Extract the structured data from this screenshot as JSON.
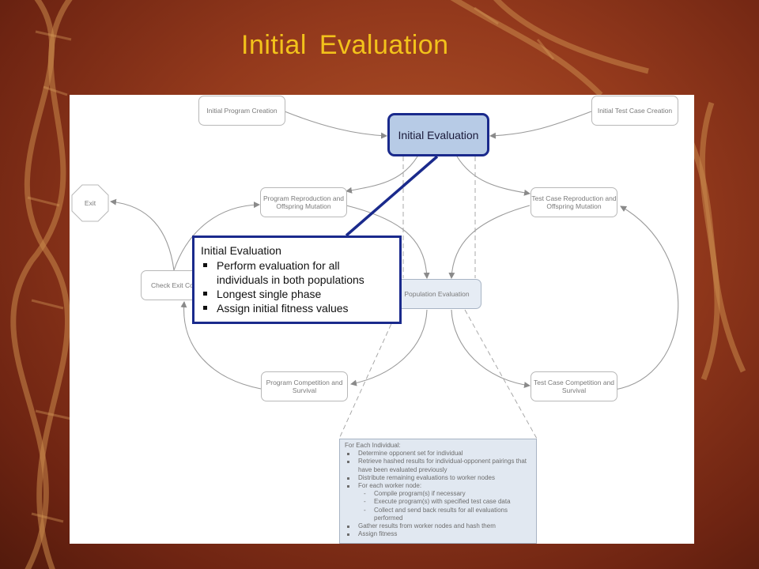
{
  "slide": {
    "title": "Initial Evaluation"
  },
  "diagram": {
    "nodes": {
      "program_creation": "Initial Program Creation",
      "test_case_creation": "Initial Test Case Creation",
      "initial_evaluation": "Initial Evaluation",
      "exit": "Exit",
      "program_reproduction": "Program Reproduction and Offspring Mutation",
      "test_case_reproduction": "Test Case Reproduction and Offspring Mutation",
      "check_exit": "Check Exit Co",
      "population_evaluation": "Population Evaluation",
      "program_competition": "Program Competition and Survival",
      "test_case_competition": "Test Case Competition and Survival"
    },
    "callout": {
      "title": "Initial Evaluation",
      "items": [
        "Perform evaluation for all individuals in both populations",
        "Longest single phase",
        "Assign initial fitness values"
      ]
    },
    "detail": {
      "heading": "For Each Individual:",
      "items": [
        "Determine opponent set for individual",
        "Retrieve hashed results for individual-opponent pairings that have been evaluated previously",
        "Distribute remaining evaluations to worker nodes",
        "For each worker node:",
        "Compile program(s) if necessary",
        "Execute program(s) with specified test case data",
        "Collect and send back results for all evaluations performed",
        "Gather results from worker nodes and hash them",
        "Assign fitness"
      ]
    }
  }
}
